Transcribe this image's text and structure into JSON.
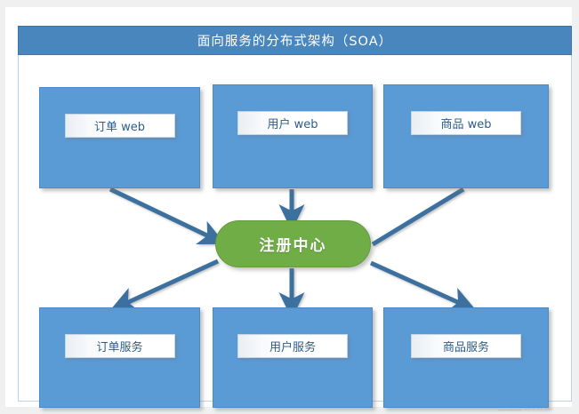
{
  "header": {
    "title": "面向服务的分布式架构（SOA）",
    "bar_color": "#4a86be",
    "text_color": "#ffffff"
  },
  "colors": {
    "page_background": "#f0f0f0",
    "card_background": "#ffffff",
    "node_blue": "#5b9bd5",
    "node_border": "#4a8ac7",
    "label_text": "#2e5d8a",
    "registry_green": "#70ad47",
    "arrow_blue": "#3a6f9f",
    "frame_border": "#bcd3e8"
  },
  "diagram": {
    "type": "architecture-diagram",
    "top_tier": [
      {
        "id": "order-web",
        "label": "订单 web"
      },
      {
        "id": "user-web",
        "label": "用户 web"
      },
      {
        "id": "goods-web",
        "label": "商品 web"
      }
    ],
    "center": {
      "id": "registry",
      "label": "注册中心",
      "shape": "rounded-pill",
      "color": "#70ad47"
    },
    "bottom_tier": [
      {
        "id": "order-service",
        "label": "订单服务"
      },
      {
        "id": "user-service",
        "label": "用户服务"
      },
      {
        "id": "goods-service",
        "label": "商品服务"
      }
    ],
    "connections": [
      {
        "from": "order-web",
        "to": "registry",
        "arrow": "to-registry",
        "style": "diagonal-down-right"
      },
      {
        "from": "user-web",
        "to": "registry",
        "arrow": "to-registry",
        "style": "vertical-down"
      },
      {
        "from": "goods-web",
        "to": "registry",
        "arrow": "none",
        "style": "diagonal-down-left"
      },
      {
        "from": "registry",
        "to": "order-service",
        "arrow": "to-node",
        "style": "diagonal-down-left"
      },
      {
        "from": "registry",
        "to": "user-service",
        "arrow": "to-node",
        "style": "vertical-down"
      },
      {
        "from": "registry",
        "to": "goods-service",
        "arrow": "to-node",
        "style": "diagonal-down-right"
      }
    ]
  },
  "watermark": {
    "text": "———  ·· ·  ·· ···"
  }
}
